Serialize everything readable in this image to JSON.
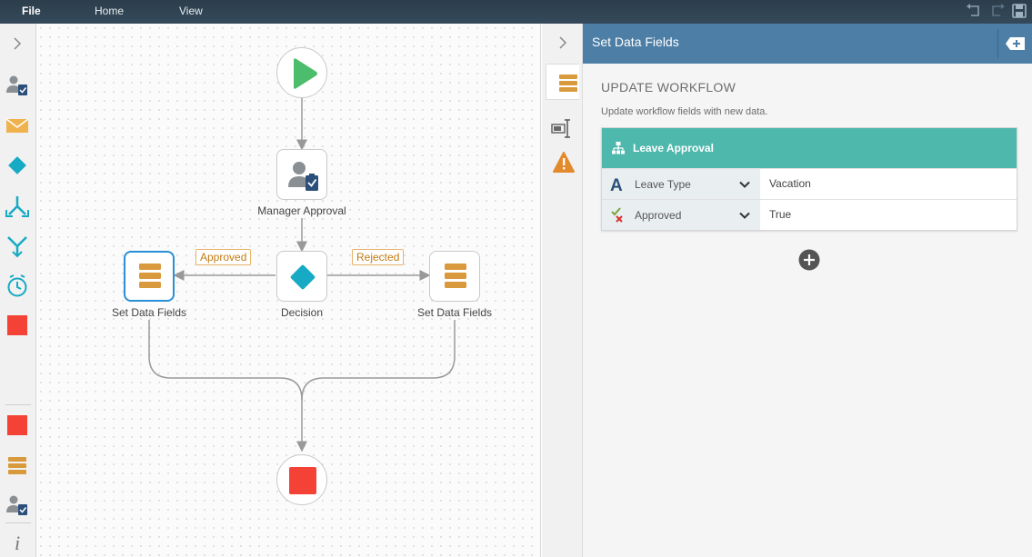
{
  "menu": {
    "file": "File",
    "home": "Home",
    "view": "View"
  },
  "canvas": {
    "nodes": {
      "manager_approval": "Manager Approval",
      "decision": "Decision",
      "set_left": "Set Data Fields",
      "set_right": "Set Data Fields"
    },
    "branches": {
      "approved": "Approved",
      "rejected": "Rejected"
    }
  },
  "panel": {
    "title": "Set Data Fields",
    "section_title": "UPDATE WORKFLOW",
    "section_desc": "Update workflow fields with new data.",
    "card": {
      "title": "Leave Approval",
      "rows": [
        {
          "field": "Leave Type",
          "value": "Vacation",
          "icon": "text-field-icon"
        },
        {
          "field": "Approved",
          "value": "True",
          "icon": "yes-no-field-icon"
        }
      ]
    }
  },
  "colors": {
    "header_bar": "#2c3e4b",
    "panel_header": "#4d7ea5",
    "card_header": "#4fb8ad",
    "start": "#4cbd6c",
    "decision": "#17aac4",
    "set_data": "#d99a3d",
    "stop": "#f44336",
    "selected": "#2a8fd6"
  }
}
